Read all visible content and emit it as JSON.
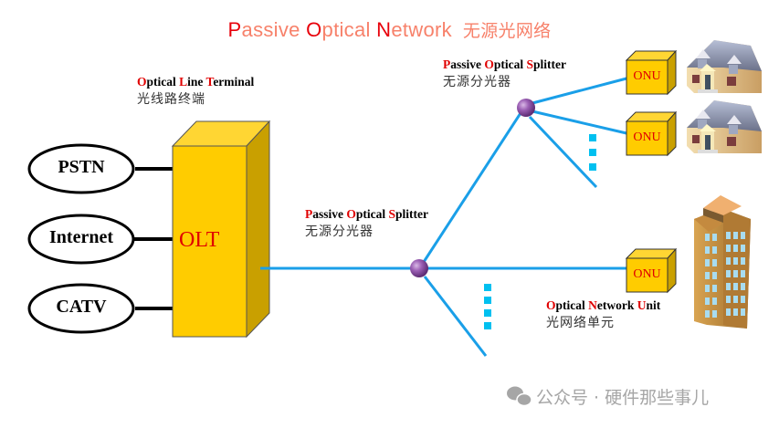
{
  "title": {
    "parts": [
      {
        "text": "P",
        "highlight": true
      },
      {
        "text": "assive ",
        "highlight": false
      },
      {
        "text": "O",
        "highlight": true
      },
      {
        "text": "ptical ",
        "highlight": false
      },
      {
        "text": "N",
        "highlight": true
      },
      {
        "text": "etwork",
        "highlight": false
      }
    ],
    "cn": "无源光网络"
  },
  "olt": {
    "label": "OLT",
    "caption_en": [
      {
        "text": "O",
        "red": true
      },
      {
        "text": "ptical ",
        "red": false
      },
      {
        "text": "L",
        "red": true
      },
      {
        "text": "ine ",
        "red": false
      },
      {
        "text": "T",
        "red": true
      },
      {
        "text": "erminal",
        "red": false
      }
    ],
    "caption_cn": "光线路终端"
  },
  "sources": [
    {
      "label": "PSTN"
    },
    {
      "label": "Internet"
    },
    {
      "label": "CATV"
    }
  ],
  "splitters": [
    {
      "id": "splitter-1",
      "caption_en": [
        {
          "text": "P",
          "red": true
        },
        {
          "text": "assive ",
          "red": false
        },
        {
          "text": "O",
          "red": true
        },
        {
          "text": "ptical ",
          "red": false
        },
        {
          "text": "S",
          "red": true
        },
        {
          "text": "plitter",
          "red": false
        }
      ],
      "caption_cn": "无源分光器"
    },
    {
      "id": "splitter-2",
      "caption_en": [
        {
          "text": "P",
          "red": true
        },
        {
          "text": "assive ",
          "red": false
        },
        {
          "text": "O",
          "red": true
        },
        {
          "text": "ptical ",
          "red": false
        },
        {
          "text": "S",
          "red": true
        },
        {
          "text": "plitter",
          "red": false
        }
      ],
      "caption_cn": "无源分光器"
    }
  ],
  "onus": [
    {
      "label": "ONU",
      "premise": "house"
    },
    {
      "label": "ONU",
      "premise": "house"
    },
    {
      "label": "ONU",
      "premise": "office-building"
    }
  ],
  "onu_caption": {
    "caption_en": [
      {
        "text": "O",
        "red": true
      },
      {
        "text": "ptical ",
        "red": false
      },
      {
        "text": "N",
        "red": true
      },
      {
        "text": "etwork ",
        "red": false
      },
      {
        "text": "U",
        "red": true
      },
      {
        "text": "nit",
        "red": false
      }
    ],
    "caption_cn": "光网络单元"
  },
  "watermark": {
    "icon": "wechat-icon",
    "text": "公众号 · 硬件那些事儿"
  },
  "colors": {
    "fiber": "#1a9fe8",
    "dots": "#00c0f0",
    "box_face": "#ffcc00",
    "box_side": "#c9a000",
    "box_top": "#ffd633",
    "splitter": "#8a4fa0",
    "accent_red": "#e00000",
    "title": "#f7816a"
  }
}
